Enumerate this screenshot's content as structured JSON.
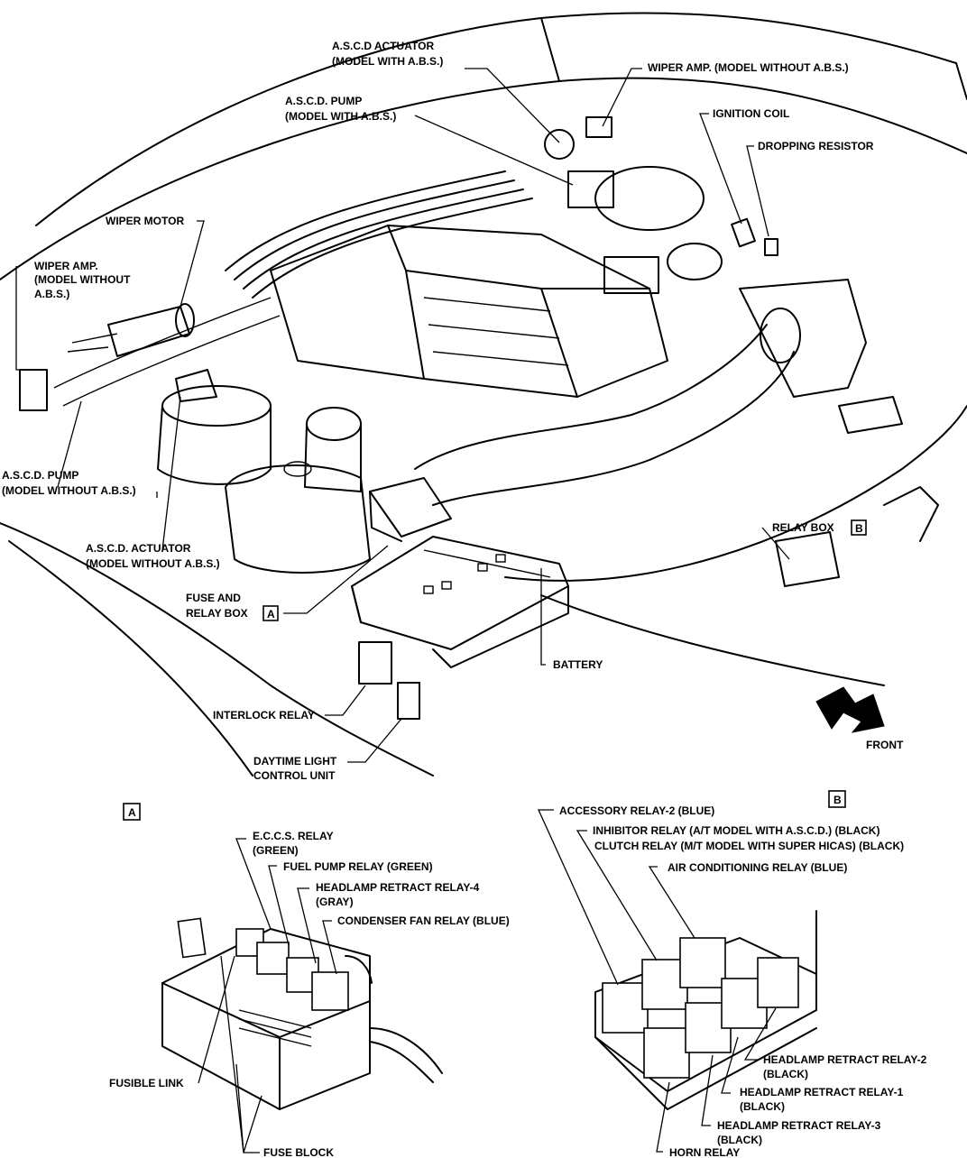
{
  "labels": {
    "ascd_actuator_abs": [
      "A.S.C.D ACTUATOR",
      "(MODEL WITH A.B.S.)"
    ],
    "wiper_amp_top": "WIPER AMP. (MODEL WITHOUT A.B.S.)",
    "ascd_pump_abs": [
      "A.S.C.D. PUMP",
      "(MODEL WITH A.B.S.)"
    ],
    "ignition_coil": "IGNITION COIL",
    "dropping_resistor": "DROPPING RESISTOR",
    "wiper_motor": "WIPER MOTOR",
    "wiper_amp_left": [
      "WIPER AMP.",
      "(MODEL WITHOUT",
      "A.B.S.)"
    ],
    "ascd_pump_noabs": [
      "A.S.C.D. PUMP",
      "(MODEL WITHOUT A.B.S.)"
    ],
    "ascd_actuator_noabs": [
      "A.S.C.D. ACTUATOR",
      "(MODEL WITHOUT A.B.S.)"
    ],
    "fuse_relay_box": [
      "FUSE AND",
      "RELAY BOX"
    ],
    "relay_box": "RELAY BOX",
    "battery": "BATTERY",
    "interlock_relay": "INTERLOCK RELAY",
    "daytime_light": [
      "DAYTIME LIGHT",
      "CONTROL UNIT"
    ],
    "front": "FRONT",
    "eccs_relay": [
      "E.C.C.S. RELAY",
      "(GREEN)"
    ],
    "fuel_pump_relay": "FUEL PUMP RELAY (GREEN)",
    "headlamp_retract_4": [
      "HEADLAMP RETRACT RELAY-4",
      "(GRAY)"
    ],
    "condenser_fan_relay": "CONDENSER FAN RELAY (BLUE)",
    "fusible_link": "FUSIBLE LINK",
    "fuse_block": "FUSE BLOCK",
    "accessory_relay_2": "ACCESSORY RELAY-2 (BLUE)",
    "inhibitor_relay": "INHIBITOR RELAY (A/T MODEL WITH A.S.C.D.) (BLACK)",
    "clutch_relay": "CLUTCH RELAY (M/T MODEL WITH SUPER HICAS) (BLACK)",
    "air_conditioning_relay": "AIR CONDITIONING RELAY (BLUE)",
    "headlamp_retract_2": [
      "HEADLAMP RETRACT RELAY-2",
      "(BLACK)"
    ],
    "headlamp_retract_1": [
      "HEADLAMP RETRACT RELAY-1",
      "(BLACK)"
    ],
    "headlamp_retract_3": [
      "HEADLAMP RETRACT RELAY-3",
      "(BLACK)"
    ],
    "horn_relay": "HORN RELAY"
  },
  "box_markers": {
    "a": "A",
    "b": "B"
  }
}
